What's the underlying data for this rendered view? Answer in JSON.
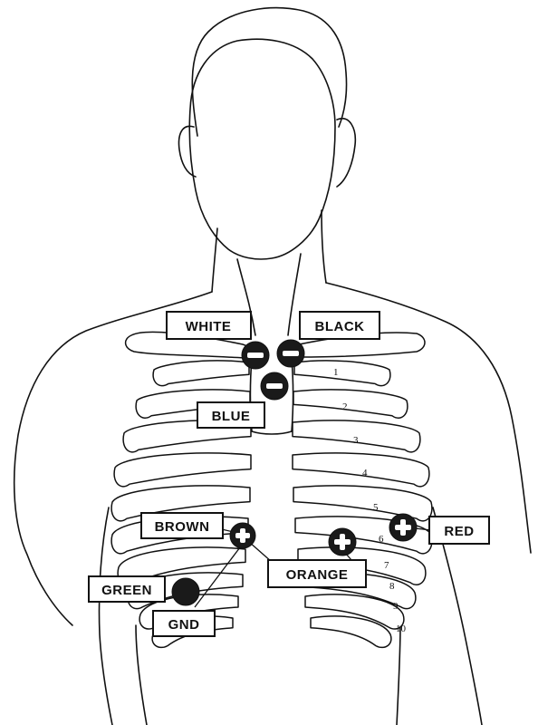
{
  "labels": {
    "white": "WHITE",
    "black": "BLACK",
    "blue": "BLUE",
    "brown": "BROWN",
    "red": "RED",
    "orange": "ORANGE",
    "green": "GREEN",
    "gnd": "GND"
  },
  "rib_numbers": [
    "1",
    "2",
    "3",
    "4",
    "5",
    "6",
    "7",
    "8",
    "9",
    "10"
  ],
  "electrodes": {
    "white": "negative",
    "black": "negative",
    "blue": "negative",
    "brown": "positive",
    "orange": "positive",
    "red": "positive",
    "green": "ground"
  },
  "colors": {
    "ink": "#111111",
    "electrode": "#1a1a1a",
    "paper": "#ffffff"
  },
  "icons": {
    "negative": "minus-icon",
    "positive": "plus-icon"
  }
}
